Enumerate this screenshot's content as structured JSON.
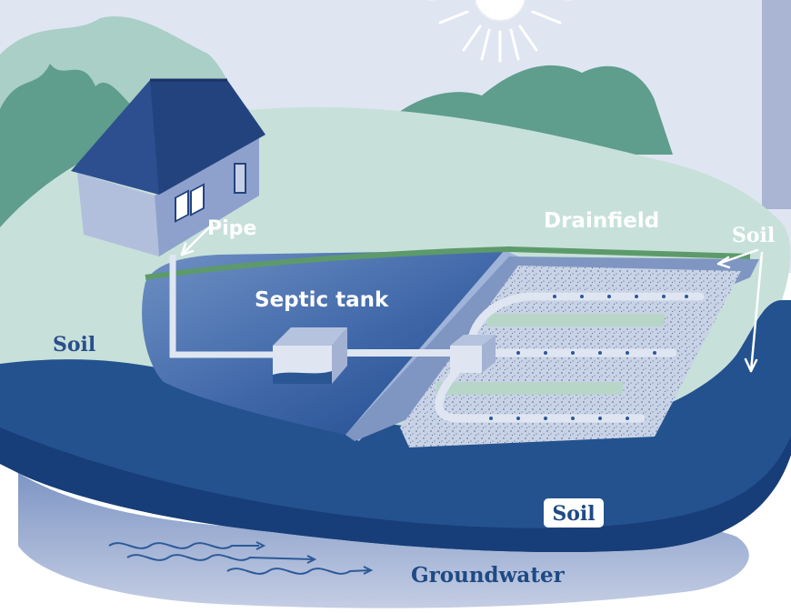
{
  "labels": {
    "pipe": "Pipe",
    "septic_tank": "Septic tank",
    "drainfield": "Drainfield",
    "soil_right": "Soil",
    "soil_left": "Soil",
    "soil_badge": "Soil",
    "groundwater": "Groundwater"
  },
  "icons": [
    "sun-icon",
    "house-icon",
    "arrow-icon",
    "wave-icon"
  ],
  "colors": {
    "sky": "#dfe5f1",
    "hills_light": "#a9cfc6",
    "hills_dark": "#5f9d8d",
    "ground": "#c7e1da",
    "deep_soil": "#24528f",
    "deep_soil_dark": "#173e78",
    "groundwater": "#a4b4d4",
    "text_light": "#ffffff",
    "text_dark": "#1f4a84"
  }
}
